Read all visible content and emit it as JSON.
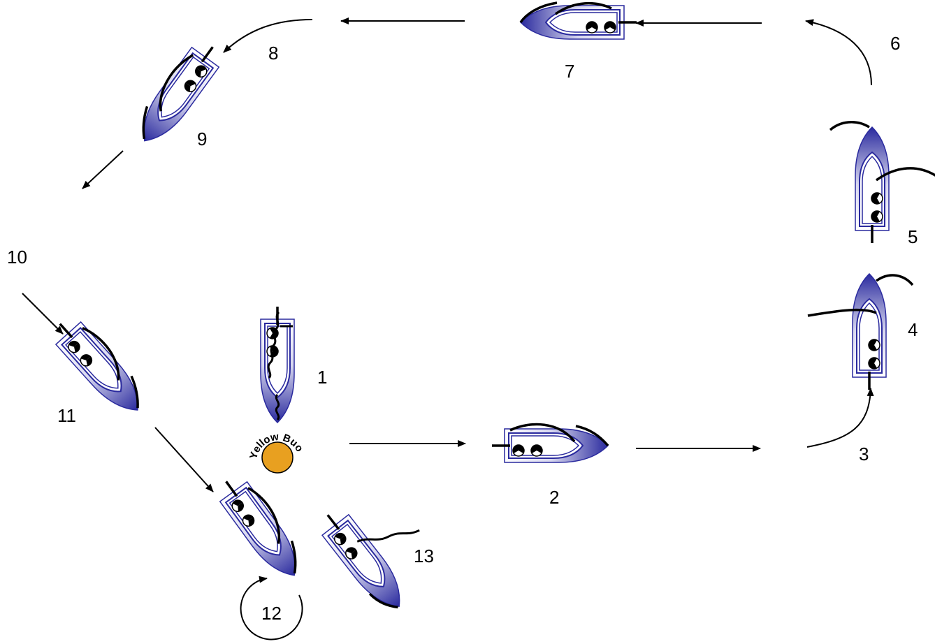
{
  "diagram": {
    "buoy": {
      "label": "Yellow Buoy",
      "color": "#E8A020"
    },
    "hull_color": "#2A2A9E",
    "steps": [
      {
        "id": "1",
        "label": "1"
      },
      {
        "id": "2",
        "label": "2"
      },
      {
        "id": "3",
        "label": "3"
      },
      {
        "id": "4",
        "label": "4"
      },
      {
        "id": "5",
        "label": "5"
      },
      {
        "id": "6",
        "label": "6"
      },
      {
        "id": "7",
        "label": "7"
      },
      {
        "id": "8",
        "label": "8"
      },
      {
        "id": "9",
        "label": "9"
      },
      {
        "id": "10",
        "label": "10"
      },
      {
        "id": "11",
        "label": "11"
      },
      {
        "id": "12",
        "label": "12"
      },
      {
        "id": "13",
        "label": "13"
      }
    ]
  }
}
